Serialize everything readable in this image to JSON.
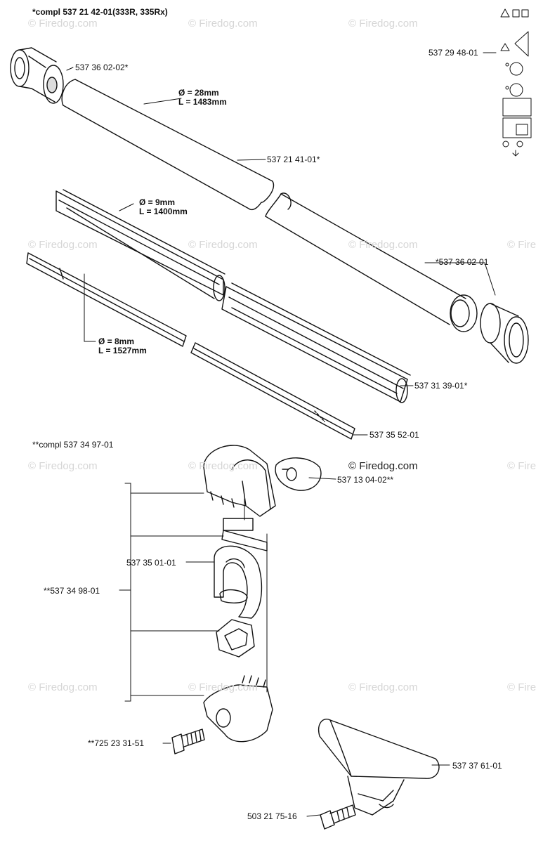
{
  "headers": {
    "compl_1": "*compl 537 21 42-01(333R, 335Rx)",
    "compl_2": "**compl 537 34 97-01"
  },
  "parts": {
    "grip_end": "537 36 02-02*",
    "shaft_tube": "537 21 41-01*",
    "grip_end_right": "*537 36 02-01",
    "decal": "537 29 48-01",
    "guide": "537 31 39-01*",
    "drive_shaft": "537 35 52-01",
    "knob": "537 13 04-02**",
    "clamp_kit": "**537 34 98-01",
    "loop_handle": "537 35 01-01",
    "screw": "**725 23 31-51",
    "handle_cover": "537 37 61-01",
    "screw_bottom": "503 21 75-16"
  },
  "dims": {
    "tube_d": "Ø = 28mm",
    "tube_l": "L = 1483mm",
    "guide_d": "Ø = 9mm",
    "guide_l": "L = 1400mm",
    "shaft_d": "Ø = 8mm",
    "shaft_l": "L = 1527mm"
  },
  "watermarks": {
    "text": "© Firedog.com",
    "short": "© Fire",
    "main": "© Firedog.com"
  }
}
